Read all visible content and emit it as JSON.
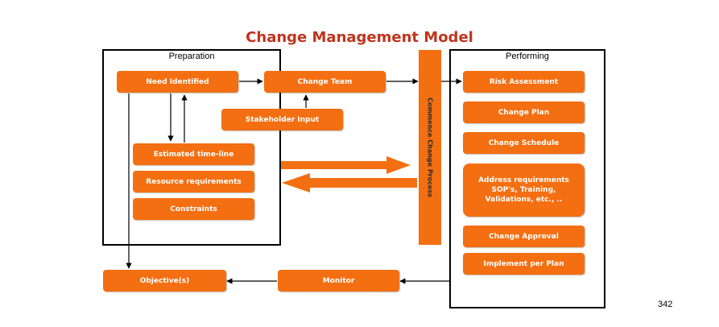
{
  "title": "Change Management Model",
  "panels": {
    "preparation": "Preparation",
    "performing": "Performing"
  },
  "boxes": {
    "need_identified": "Need Identified",
    "change_team": "Change Team",
    "stakeholder_input": "Stakeholder Input",
    "estimated_timeline": "Estimated time-line",
    "resource_requirements": "Resource requirements",
    "constraints": "Constraints",
    "risk_assessment": "Risk Assessment",
    "change_plan": "Change Plan",
    "change_schedule": "Change Schedule",
    "address_requirements": "Address requirements\nSOP's, Training,\nValidations, etc., ..",
    "change_approval": "Change Approval",
    "implement_per_plan": "Implement per Plan",
    "monitor": "Monitor",
    "objectives": "Objective(s)"
  },
  "commence_bar": "Commence Change Process",
  "page_number": "342",
  "colors": {
    "box_fill": "#f36f12",
    "title": "#c0341d"
  }
}
